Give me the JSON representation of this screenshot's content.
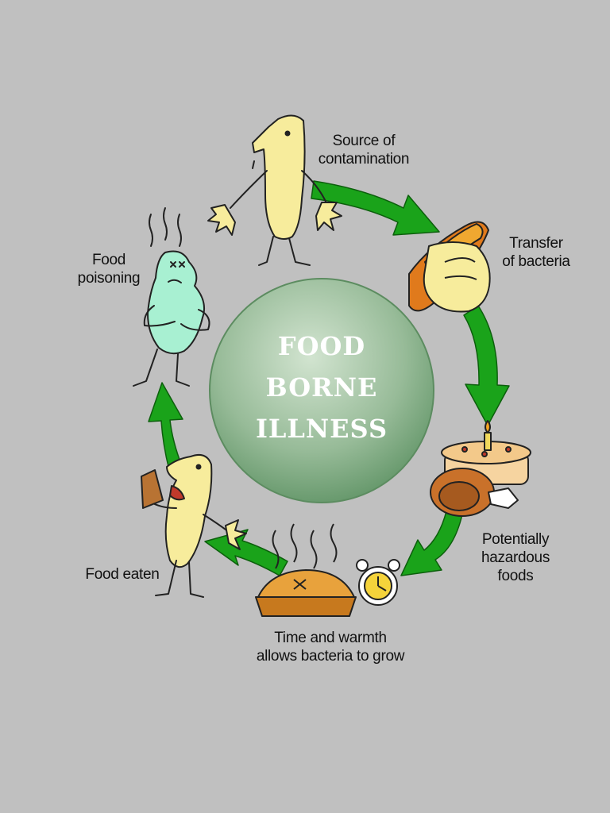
{
  "center": {
    "lines": [
      "FOOD",
      "BORNE",
      "ILLNESS"
    ]
  },
  "stages": [
    {
      "id": "source",
      "lines": [
        "Source of",
        "contamination"
      ]
    },
    {
      "id": "transfer",
      "lines": [
        "Transfer",
        "of bacteria"
      ]
    },
    {
      "id": "hazardous",
      "lines": [
        "Potentially",
        "hazardous",
        "foods"
      ]
    },
    {
      "id": "time",
      "lines": [
        "Time and warmth",
        "allows bacteria to grow"
      ]
    },
    {
      "id": "eaten",
      "lines": [
        "Food eaten"
      ]
    },
    {
      "id": "poisoning",
      "lines": [
        "Food",
        "poisoning"
      ]
    }
  ],
  "colors": {
    "background": "#c0c0c0",
    "arrow": "#1aa31a",
    "circle_light": "#c8dcc6",
    "circle_dark": "#6e9f72",
    "character": "#f7ec9c",
    "sick_character": "#a8f0d2"
  }
}
